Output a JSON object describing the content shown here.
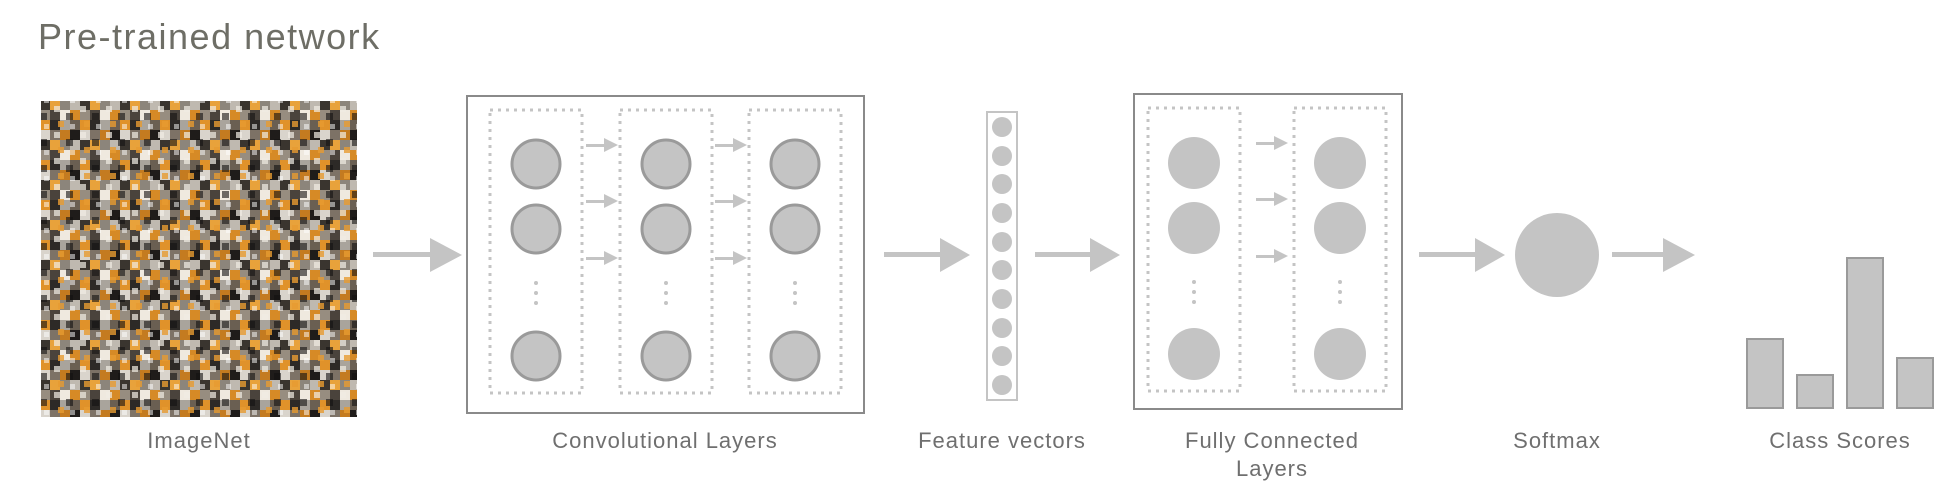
{
  "title": "Pre-trained network",
  "labels": {
    "imagenet": "ImageNet",
    "conv": "Convolutional Layers",
    "feature": "Feature vectors",
    "fc_line1": "Fully Connected",
    "fc_line2": "Layers",
    "softmax": "Softmax",
    "class_scores": "Class Scores"
  },
  "colors": {
    "gray": "#c4c4c4",
    "dark_gray": "#9a9a9a",
    "accent_orange": "#e0922a",
    "frame": "#8a8a8a"
  },
  "icons": [
    "arrow-icon",
    "neuron-icon",
    "ellipsis-icon"
  ],
  "class_scores": [
    0.46,
    0.22,
    1.0,
    0.33
  ]
}
